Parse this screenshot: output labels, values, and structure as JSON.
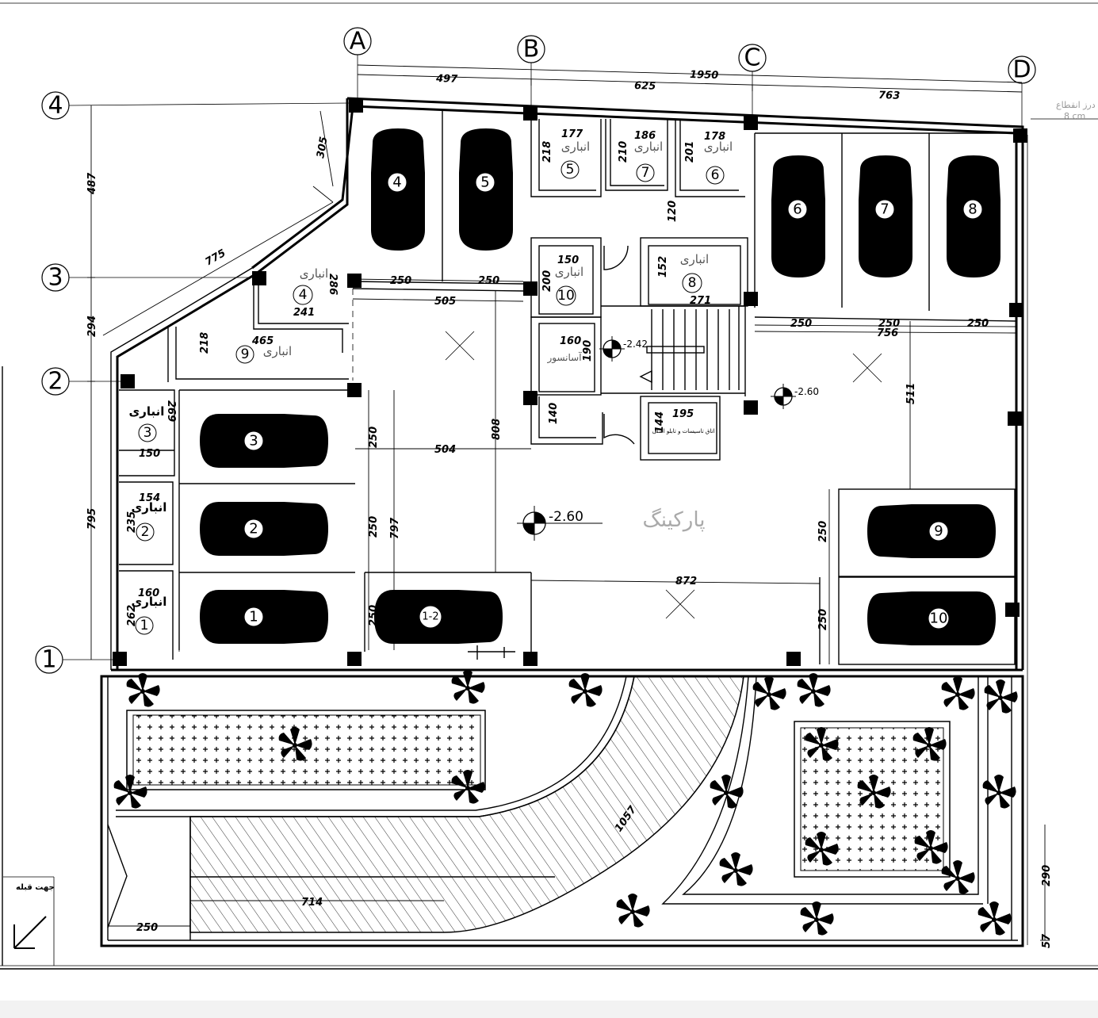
{
  "grid": {
    "letters": [
      "A",
      "B",
      "C",
      "D"
    ],
    "numbers": [
      "1",
      "2",
      "3",
      "4"
    ]
  },
  "dimensions": {
    "top_total": "1950",
    "top_ab": "497",
    "top_bc": "625",
    "top_cd": "763",
    "left_34": "487",
    "left_23": "294",
    "left_12": "795",
    "diag": "775",
    "diag_small": "305",
    "d250a": "250",
    "d250b": "250",
    "d505": "505",
    "d504": "504",
    "d808": "808",
    "d797": "797",
    "d250v1": "250",
    "d250v2": "250",
    "d250v3": "250",
    "d872": "872",
    "d756": "756",
    "d511": "511",
    "d250r1": "250",
    "d250r2": "250",
    "d250r3": "250",
    "d250rv1": "250",
    "d250rv2": "250",
    "d120": "120",
    "d271": "271",
    "d1057": "1057",
    "d714": "714",
    "d250bottom": "250",
    "d290": "290",
    "d57": "57",
    "s5w": "177",
    "s5h": "218",
    "s7w": "186",
    "s7h": "210",
    "s6w": "178",
    "s6h": "201",
    "s10w": "150",
    "s10h": "200",
    "s8h": "152",
    "s4w": "241",
    "s4h": "286",
    "s9w": "465",
    "s9h": "218",
    "s3w": "150",
    "s3h": "269",
    "s2w": "154",
    "s2h": "235",
    "s1w": "160",
    "s1h": "262",
    "liftw": "160",
    "lifth": "190",
    "d140": "140",
    "d195": "195",
    "d144": "144"
  },
  "storage_label": "انباری",
  "elevator_label": "آسانسور",
  "facility_label": "اتاق تاسیسات و تابلو اصلی",
  "parking_label": "پارکینگ",
  "levels": {
    "main": "-2.60",
    "second": "-2.60",
    "stair": "-2.42"
  },
  "storages": [
    "5",
    "7",
    "6",
    "10",
    "8",
    "4",
    "9",
    "3",
    "2",
    "1"
  ],
  "cars": [
    "4",
    "5",
    "6",
    "7",
    "8",
    "3",
    "2",
    "1",
    "1-2",
    "9",
    "10"
  ],
  "qibla_label": "جهت قبله",
  "wall_note": "درز انقطاع",
  "wall_note_sub": "8 cm"
}
